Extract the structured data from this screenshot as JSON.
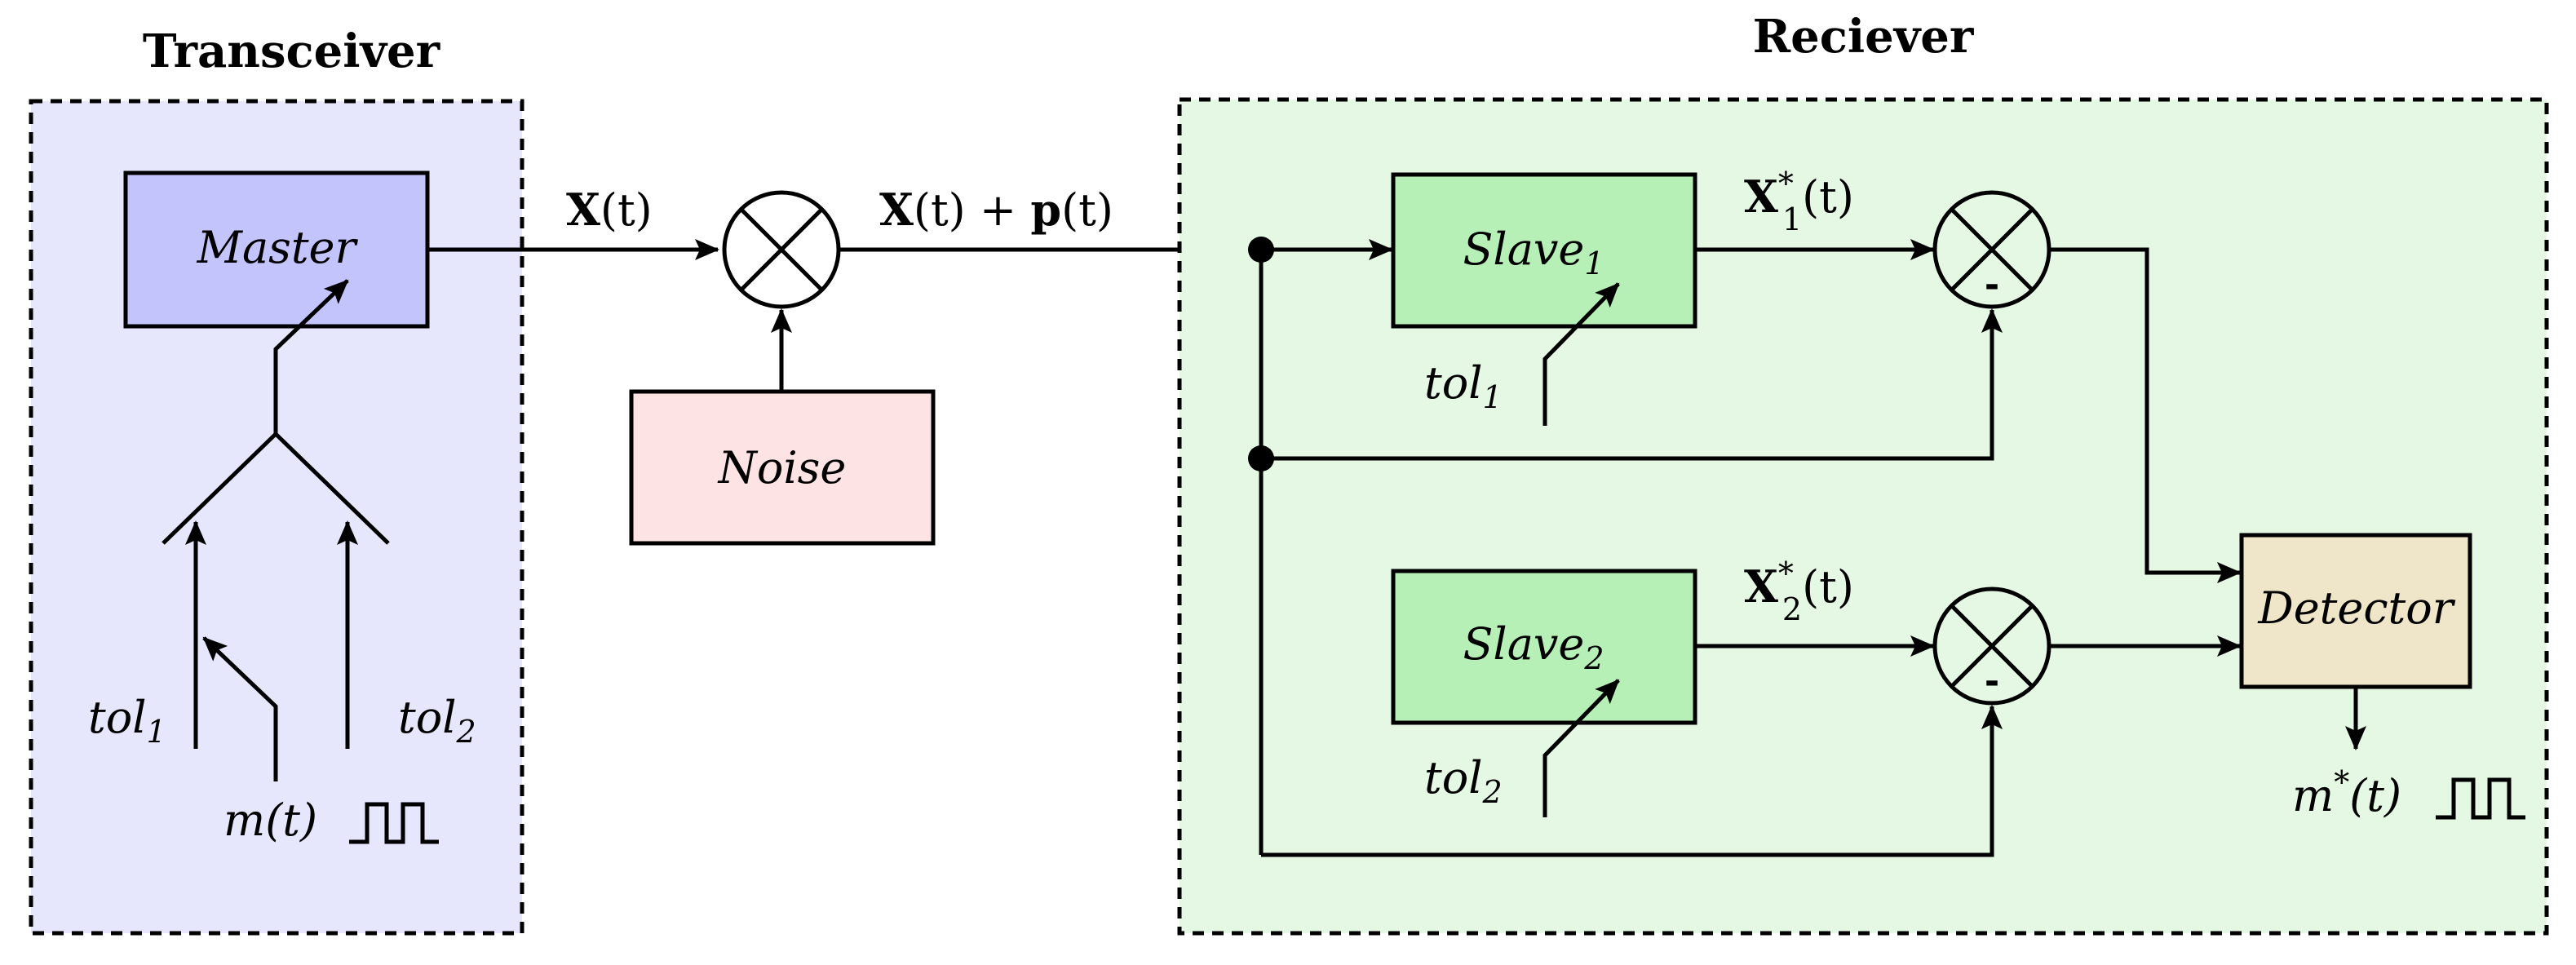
{
  "transceiver": {
    "title": "Transceiver",
    "master_label": "Master",
    "input1": {
      "name": "tol",
      "index": "1"
    },
    "input2": {
      "name": "tol",
      "index": "2"
    },
    "message": "m(t)"
  },
  "channel": {
    "signal_label": {
      "sym": "X",
      "arg": "(t)"
    },
    "noisy_signal": {
      "sym": "X",
      "arg1": "(t) + ",
      "noise": "p",
      "arg2": "(t)"
    },
    "noise_label": "Noise"
  },
  "receiver": {
    "title": "Reciever",
    "slave1": {
      "name": "Slave",
      "index": "1"
    },
    "slave2": {
      "name": "Slave",
      "index": "2"
    },
    "tol1": {
      "name": "tol",
      "index": "1"
    },
    "tol2": {
      "name": "tol",
      "index": "2"
    },
    "out1": {
      "sym": "X",
      "sup": "*",
      "sub": "1",
      "arg": "(t)"
    },
    "out2": {
      "sym": "X",
      "sup": "*",
      "sub": "2",
      "arg": "(t)"
    },
    "minus_sign": "-",
    "detector_label": "Detector",
    "recovered": {
      "sym": "m",
      "sup": "*",
      "arg": "(t)"
    }
  },
  "colors": {
    "transceiver_bg": "#e6e6fc",
    "master_fill": "#c4c4fc",
    "receiver_bg": "#e4f8e4",
    "slave_fill": "#b7f0b7",
    "noise_fill": "#fde3e3",
    "detector_fill": "#efe5c8",
    "mixer_fill_tx": "#ffffff",
    "mixer_fill_rx": "#c8f0c8"
  }
}
